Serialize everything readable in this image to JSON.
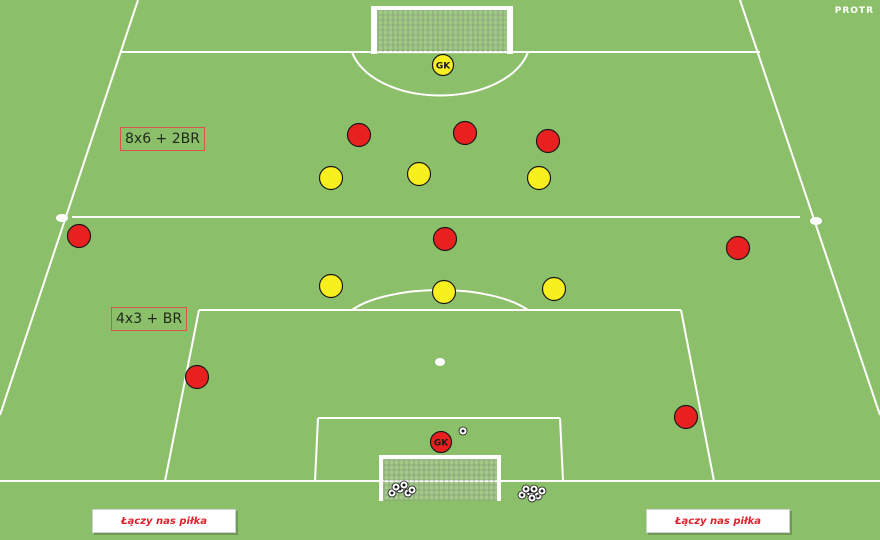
{
  "brand": "PROTR",
  "labels": {
    "top": "8x6 + 2BR",
    "bottom": "4x3 + BR"
  },
  "ad_text": "Łączy nas piłka",
  "gk_label": "GK",
  "colors": {
    "grass": "#8cbf6a",
    "line": "#ffffff",
    "red": "#e8201f",
    "yellow": "#f7ef1e"
  }
}
